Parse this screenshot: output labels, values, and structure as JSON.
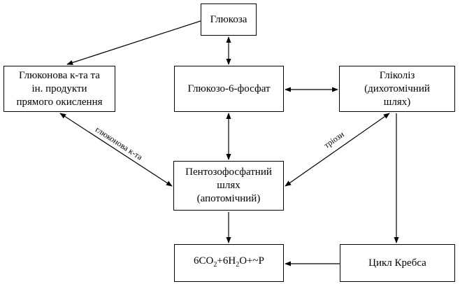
{
  "nodes": {
    "glucose": "Глюкоза",
    "g6p": "Глюкозо-6-фосфат",
    "gluconic": "Глюконова к-та та\nін. продукти\nпрямого окислення",
    "glycolysis": "Гліколіз\n(дихотомічний\nшлях)",
    "pentose": "Пентозофосфатний\nшлях\n(апотомічний)",
    "co2": {
      "p1": "6CO",
      "s1": "2",
      "p2": "+6H",
      "s2": "2",
      "p3": "O+~P"
    },
    "krebs": "Цикл Кребса"
  },
  "edge_labels": {
    "gluconic_acid": "глюконова к-та",
    "trioses": "тріози"
  }
}
